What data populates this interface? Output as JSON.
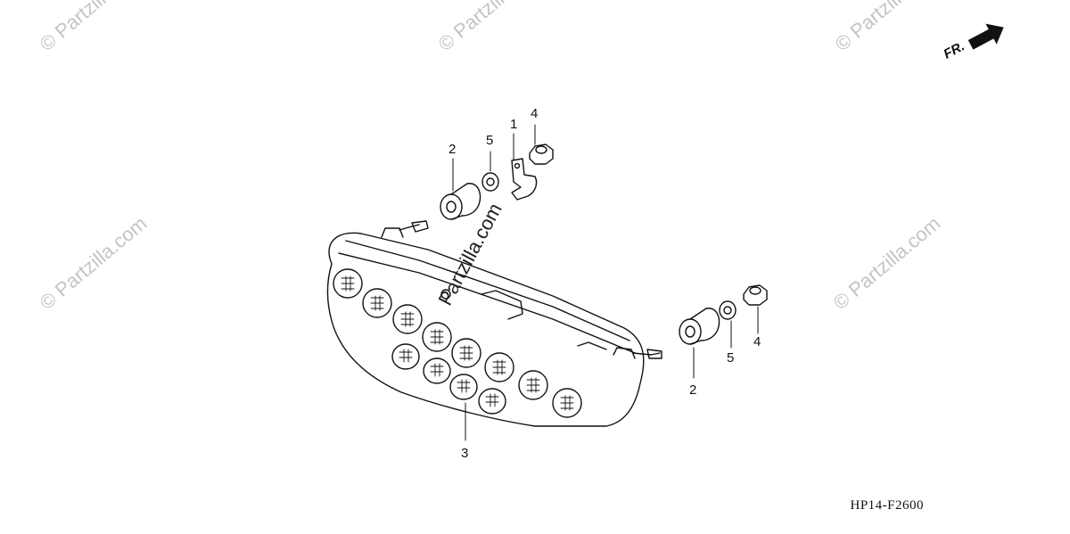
{
  "watermarks": {
    "text": "© Partzilla.com",
    "center": "Partzilla.com"
  },
  "callouts": {
    "top_grommet": "2",
    "top_washer": "5",
    "bracket": "1",
    "top_nut": "4",
    "taillight": "3",
    "right_grommet": "2",
    "right_washer": "5",
    "right_nut": "4"
  },
  "direction_label": "FR.",
  "diagram_code": "HP14-F2600",
  "colors": {
    "line": "#111111",
    "watermark": "#c4c4c4"
  }
}
